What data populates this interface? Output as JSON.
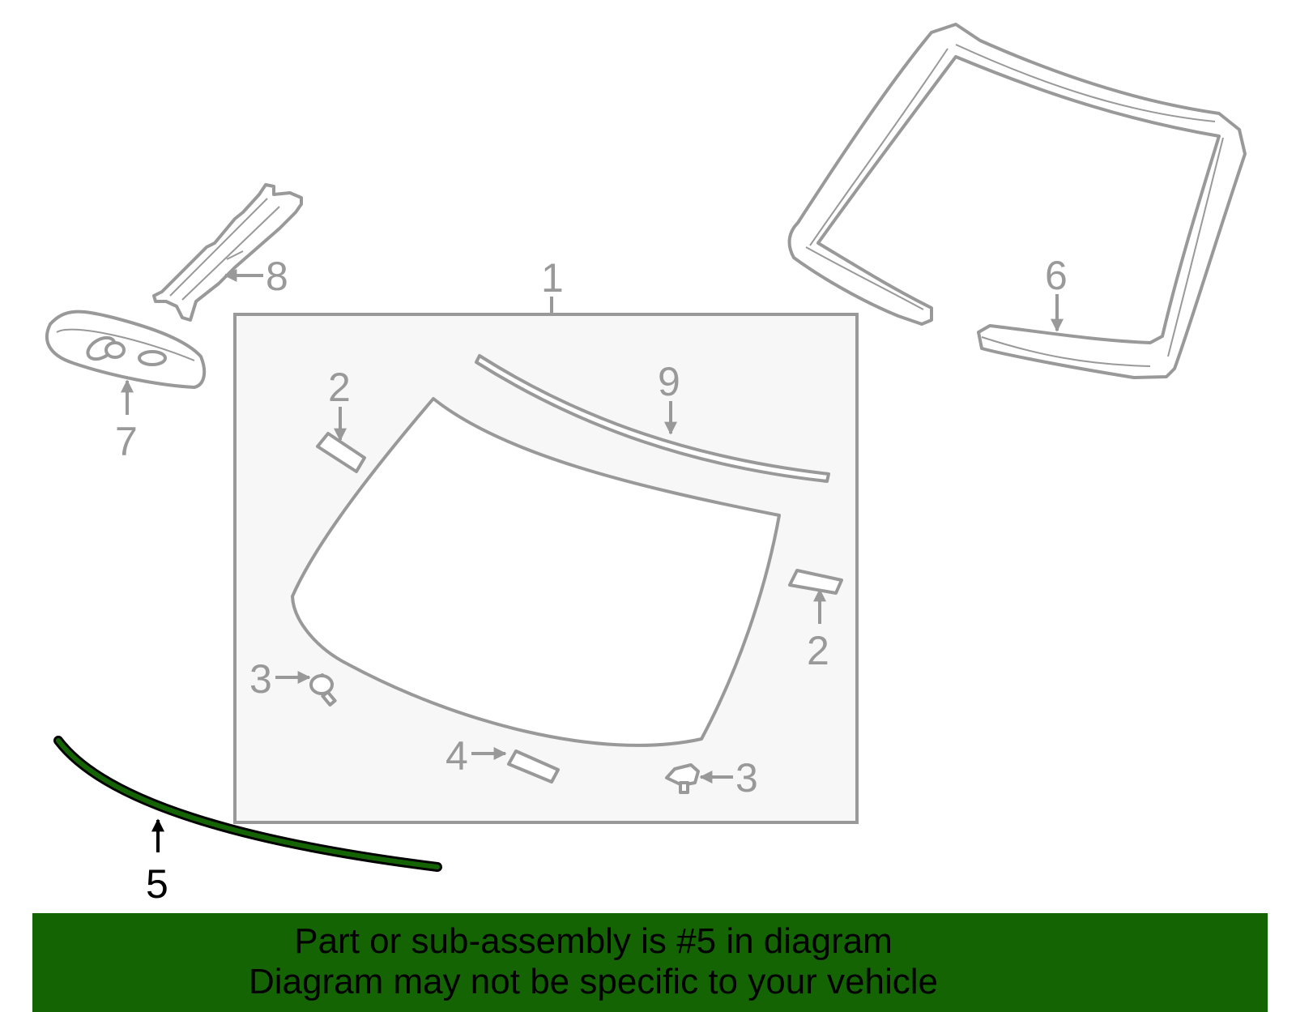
{
  "diagram": {
    "title": "Windshield assembly parts diagram",
    "highlighted_part": "5",
    "highlight_color": "#146404",
    "line_color": "#999999",
    "group_box_fill": "#f7f7f7",
    "callouts": [
      {
        "id": "1",
        "label": "1",
        "part": "windshield-glass-assembly"
      },
      {
        "id": "2a",
        "label": "2",
        "part": "bracket-upper-left"
      },
      {
        "id": "2b",
        "label": "2",
        "part": "bracket-right"
      },
      {
        "id": "3a",
        "label": "3",
        "part": "clip-left"
      },
      {
        "id": "3b",
        "label": "3",
        "part": "clip-right"
      },
      {
        "id": "4",
        "label": "4",
        "part": "bracket-lower"
      },
      {
        "id": "5",
        "label": "5",
        "part": "reveal-molding-lower"
      },
      {
        "id": "6",
        "label": "6",
        "part": "reveal-molding-surround"
      },
      {
        "id": "7",
        "label": "7",
        "part": "rear-view-mirror"
      },
      {
        "id": "8",
        "label": "8",
        "part": "mirror-mount-bracket"
      },
      {
        "id": "9",
        "label": "9",
        "part": "upper-molding"
      }
    ]
  },
  "banner": {
    "line1": "Part or sub-assembly is #5 in diagram",
    "line2": "Diagram may not be specific to your vehicle",
    "background": "#146404"
  }
}
